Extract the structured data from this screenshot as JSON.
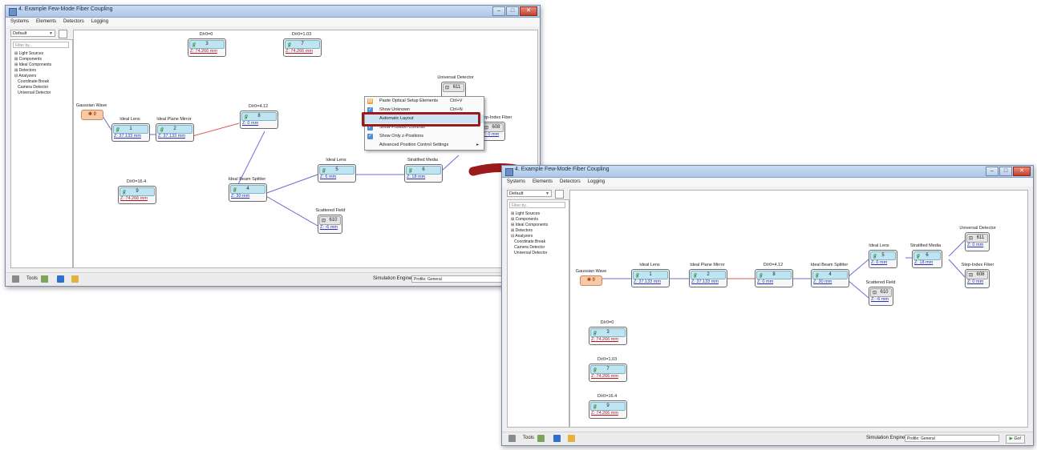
{
  "window_title": "4. Example Few-Mode Fiber Coupling",
  "window_buttons": {
    "minimize": "–",
    "maximize": "□",
    "close": "✕"
  },
  "menu": [
    "Systems",
    "Elements",
    "Detectors",
    "Logging"
  ],
  "left_pane": {
    "system_selector": "Default",
    "filter_placeholder": "Filter by...",
    "tree": [
      "Light Sources",
      "Components",
      "Ideal Components",
      "Detectors",
      "Analyzers",
      "Coordinate Break",
      "Camera Detector",
      "Universal Detector"
    ]
  },
  "status_bar": {
    "tools_label": "Tools",
    "engine_label": "Simulation Engine",
    "engine_value": "Profile: General",
    "go_label": "Go!"
  },
  "node_titles": {
    "source": "Gaussian Wave",
    "lens1": "Ideal Lens",
    "mirror": "Ideal Plane Mirror",
    "sd0": "D/r0=0",
    "sd103": "D/r0=1.03",
    "sd412": "D/r0=4.12",
    "sd164": "D/r0=16.4",
    "splitter": "Ideal Beam Splitter",
    "lens5": "Ideal Lens",
    "stratified": "Stratified Media",
    "fiber": "Step-Index Fiber",
    "scattered": "Scattered Field",
    "universal": "Universal Detector"
  },
  "node_values": {
    "source": "0",
    "lens1": "1",
    "lens1_z": "Z: 37.133 mm",
    "mirror": "2",
    "mirror_z": "Z: 37.133 mm",
    "sd0": "3",
    "sd0_z": "Z: 74.266 mm",
    "sd103": "7",
    "sd103_z": "Z: 74.266 mm",
    "sd412": "8",
    "sd412_z": "Z: 0 mm",
    "sd164": "9",
    "sd164_z": "Z: 74.266 mm",
    "splitter": "4",
    "splitter_z": "Z: 30 mm",
    "lens5": "5",
    "lens5_z": "Z: 6 mm",
    "stratified": "6",
    "stratified_z": "Z: 18 mm",
    "fiber": "608",
    "fiber_z": "Z: 0 mm",
    "scattered": "610",
    "scattered_z": "Z: -6 mm",
    "universal": "611",
    "universal_z": "Z: 0 mm"
  },
  "context_menu": [
    {
      "label": "Paste Optical Setup Elements",
      "shortcut": "Ctrl+V",
      "icon": "paste-icon"
    },
    {
      "label": "Show Unknown",
      "shortcut": "Ctrl+N",
      "icon": "check-icon"
    },
    {
      "label": "Automatic Layout",
      "shortcut": "",
      "icon": ""
    },
    {
      "label": "Show Position Controls",
      "shortcut": "",
      "icon": "check-icon"
    },
    {
      "label": "Show Only z-Positions",
      "shortcut": "",
      "icon": "check-icon"
    },
    {
      "label": "Advanced Position Control Settings",
      "shortcut": "",
      "icon": "submenu-arrow"
    }
  ],
  "colors": {
    "highlight": "#9b1b1b",
    "arrow": "#9b1b1b",
    "wire": "#6c6cd0",
    "wire_red": "#e05555"
  }
}
